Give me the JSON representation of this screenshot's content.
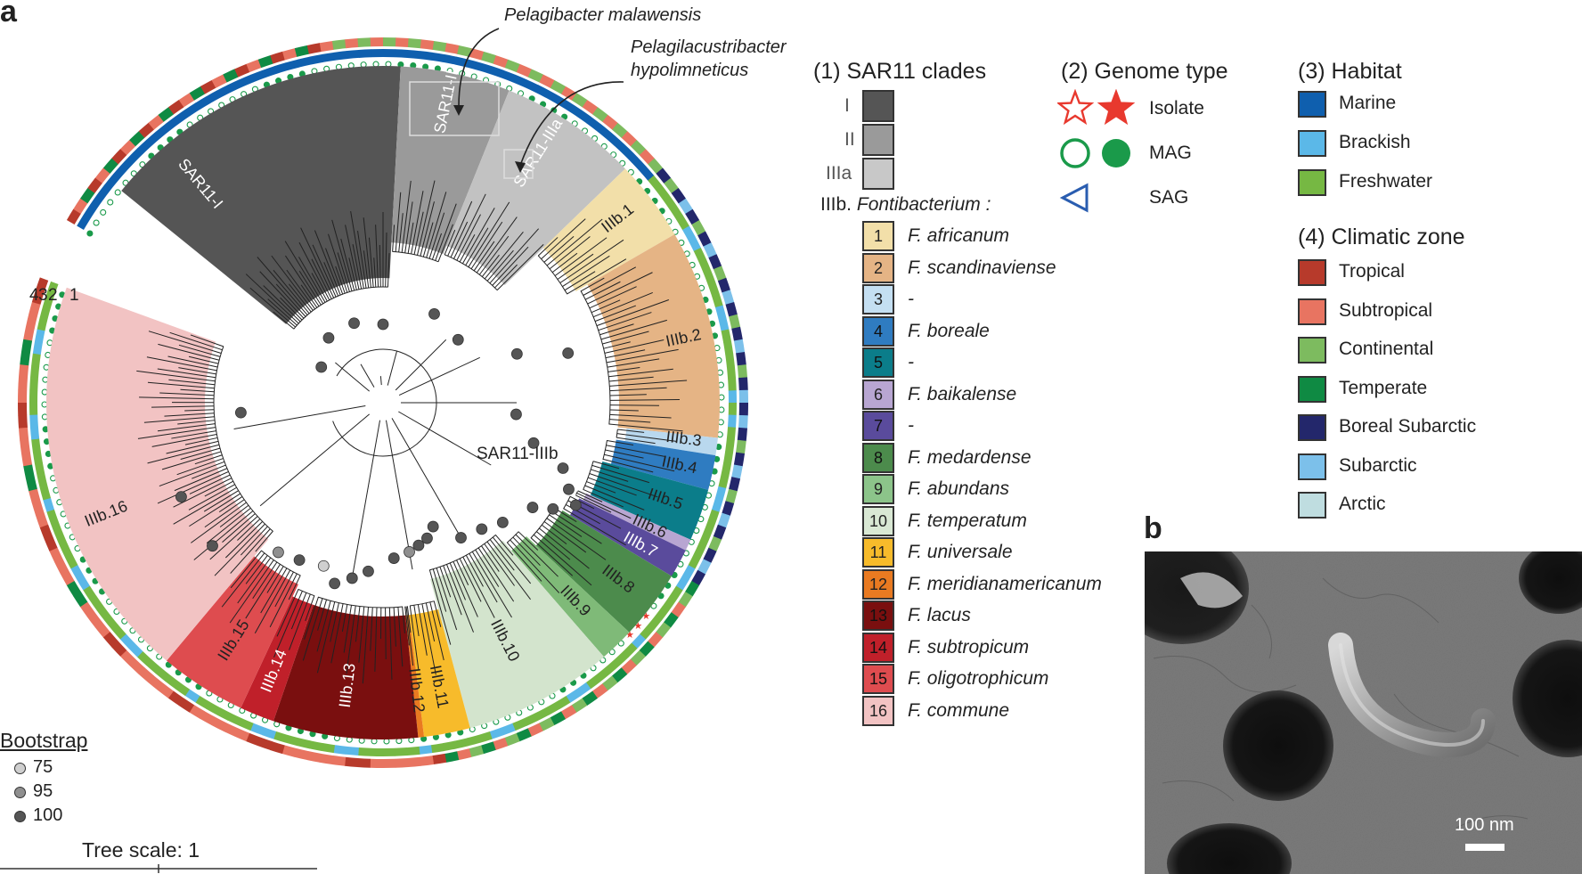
{
  "panel_a": "a",
  "panel_b": "b",
  "annotations": {
    "malawensis": "Pelagibacter malawensis",
    "hypolimneticus_1": "Pelagilacustribacter",
    "hypolimneticus_2": "hypolimneticus"
  },
  "tree": {
    "clade_labels": [
      {
        "id": "I",
        "text": "SAR11-I",
        "color": "#555555"
      },
      {
        "id": "II",
        "text": "SAR11-II",
        "color": "#9a9a9a"
      },
      {
        "id": "IIIa",
        "text": "SAR11-IIIa",
        "color": "#c2c2c2"
      },
      {
        "id": "IIIb.1",
        "text": "IIIb.1",
        "color": "#f2dfa9"
      },
      {
        "id": "IIIb.2",
        "text": "IIIb.2",
        "color": "#e5b485"
      },
      {
        "id": "IIIb.3",
        "text": "IIIb.3",
        "color": "#b9d8ee"
      },
      {
        "id": "IIIb.4",
        "text": "IIIb.4",
        "color": "#2f7cc1"
      },
      {
        "id": "IIIb.5",
        "text": "IIIb.5",
        "color": "#0b7d8a"
      },
      {
        "id": "IIIb.6",
        "text": "IIIb.6",
        "color": "#b8a6d2"
      },
      {
        "id": "IIIb.7",
        "text": "IIIb.7",
        "color": "#5a4b9c"
      },
      {
        "id": "IIIb.8",
        "text": "IIIb.8",
        "color": "#4c8b4c"
      },
      {
        "id": "IIIb.9",
        "text": "IIIb.9",
        "color": "#7fba78"
      },
      {
        "id": "IIIb.10",
        "text": "IIIb.10",
        "color": "#d3e4cd"
      },
      {
        "id": "IIIb.11",
        "text": "IIIb.11",
        "color": "#f7bb2b"
      },
      {
        "id": "IIIb.12",
        "text": "IIIb.12",
        "color": "#e97a21"
      },
      {
        "id": "IIIb.13",
        "text": "IIIb.13",
        "color": "#7a0f0f"
      },
      {
        "id": "IIIb.14",
        "text": "IIIb.14",
        "color": "#c0202a"
      },
      {
        "id": "IIIb.15",
        "text": "IIIb.15",
        "color": "#de4c4f"
      },
      {
        "id": "IIIb.16",
        "text": "IIIb.16",
        "color": "#f2c3c3"
      }
    ],
    "root_label": "SAR11-IIIb",
    "ring_numbers": [
      "4",
      "3",
      "2",
      "1"
    ]
  },
  "bootstrap": {
    "title": "Bootstrap",
    "items": [
      {
        "label": "75",
        "color": "#cfcfcf"
      },
      {
        "label": "95",
        "color": "#8f8f8f"
      },
      {
        "label": "100",
        "color": "#555555"
      }
    ]
  },
  "tree_scale": "Tree scale: 1",
  "legend1": {
    "title": "(1) SAR11 clades",
    "gray": [
      {
        "label": "I",
        "color": "#555555"
      },
      {
        "label": "II",
        "color": "#9a9a9a"
      },
      {
        "label": "IIIa",
        "color": "#c8c8c8"
      }
    ],
    "subtitle_prefix": "IIIb.",
    "subtitle_genus": "Fontibacterium",
    "subtitle_suffix": " :",
    "species": [
      {
        "num": "1",
        "name": "F. africanum",
        "color": "#f2dfa9"
      },
      {
        "num": "2",
        "name": "F. scandinaviense",
        "color": "#e5b485"
      },
      {
        "num": "3",
        "name": "-",
        "color": "#c4dff2"
      },
      {
        "num": "4",
        "name": "F. boreale",
        "color": "#2f7cc1"
      },
      {
        "num": "5",
        "name": "-",
        "color": "#0b7d8a"
      },
      {
        "num": "6",
        "name": "F. baikalense",
        "color": "#b8a6d2"
      },
      {
        "num": "7",
        "name": "-",
        "color": "#5a4b9c"
      },
      {
        "num": "8",
        "name": "F. medardense",
        "color": "#4c8b4c"
      },
      {
        "num": "9",
        "name": "F. abundans",
        "color": "#8cc48a"
      },
      {
        "num": "10",
        "name": "F. temperatum",
        "color": "#d9e8d4"
      },
      {
        "num": "11",
        "name": "F. universale",
        "color": "#f7bb2b"
      },
      {
        "num": "12",
        "name": "F. meridianamericanum",
        "color": "#e97a21"
      },
      {
        "num": "13",
        "name": "F. lacus",
        "color": "#7a0f0f"
      },
      {
        "num": "14",
        "name": "F. subtropicum",
        "color": "#c0202a"
      },
      {
        "num": "15",
        "name": "F. oligotrophicum",
        "color": "#de4c4f"
      },
      {
        "num": "16",
        "name": "F. commune",
        "color": "#f2c3c3"
      }
    ]
  },
  "legend2": {
    "title": "(2) Genome type",
    "items": [
      {
        "label": "Isolate",
        "icon": "star-icon",
        "color": "#e8392e"
      },
      {
        "label": "MAG",
        "icon": "circle-icon",
        "color": "#1a9a4a"
      },
      {
        "label": "SAG",
        "icon": "triangle-icon",
        "color": "#2a5db0"
      }
    ]
  },
  "legend3": {
    "title": "(3) Habitat",
    "items": [
      {
        "label": "Marine",
        "color": "#0f5fae"
      },
      {
        "label": "Brackish",
        "color": "#5bb8e8"
      },
      {
        "label": "Freshwater",
        "color": "#76b843"
      }
    ]
  },
  "legend4": {
    "title": "(4) Climatic zone",
    "items": [
      {
        "label": "Tropical",
        "color": "#b73a2b"
      },
      {
        "label": "Subtropical",
        "color": "#e87461"
      },
      {
        "label": "Continental",
        "color": "#7dbb5f"
      },
      {
        "label": "Temperate",
        "color": "#0f8a43"
      },
      {
        "label": "Boreal Subarctic",
        "color": "#23276b"
      },
      {
        "label": "Subarctic",
        "color": "#7cc0ea"
      },
      {
        "label": "Arctic",
        "color": "#bfdde0"
      }
    ]
  },
  "scale_bar": "100 nm"
}
